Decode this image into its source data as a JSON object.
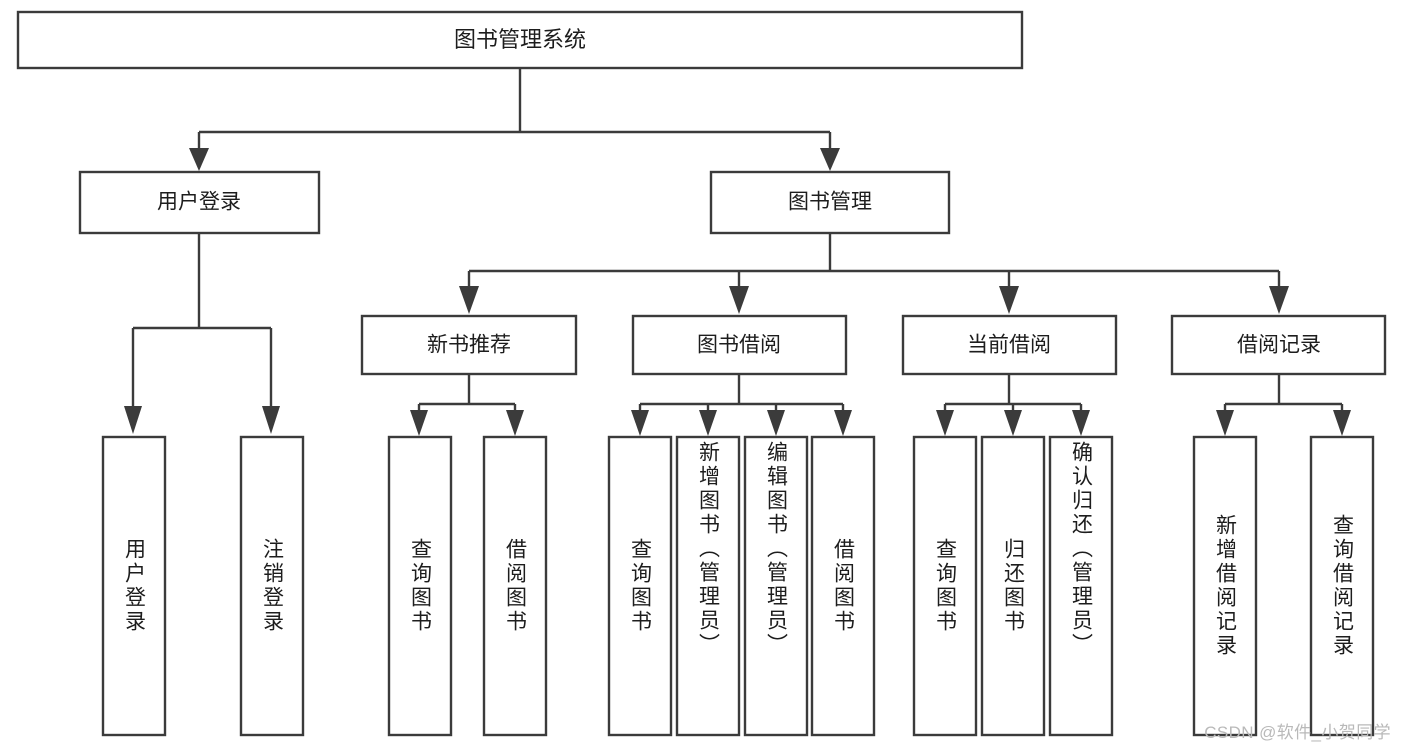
{
  "diagram": {
    "type": "tree-hierarchy-chart",
    "title_node": {
      "label": "图书管理系统"
    },
    "level2": [
      {
        "id": "user-login",
        "label": "用户登录"
      },
      {
        "id": "book-management",
        "label": "图书管理"
      }
    ],
    "level3": [
      {
        "id": "new-book-recommend",
        "label": "新书推荐",
        "parent": "book-management"
      },
      {
        "id": "book-borrow",
        "label": "图书借阅",
        "parent": "book-management"
      },
      {
        "id": "current-borrow",
        "label": "当前借阅",
        "parent": "book-management"
      },
      {
        "id": "borrow-record",
        "label": "借阅记录",
        "parent": "book-management"
      }
    ],
    "leaves": {
      "user-login": [
        {
          "id": "leaf-user-login",
          "label": "用户登录"
        },
        {
          "id": "leaf-logout-login",
          "label": "注销登录"
        }
      ],
      "new-book-recommend": [
        {
          "id": "leaf-query-book-1",
          "label": "查询图书"
        },
        {
          "id": "leaf-borrow-book-1",
          "label": "借阅图书"
        }
      ],
      "book-borrow": [
        {
          "id": "leaf-query-book-2",
          "label": "查询图书"
        },
        {
          "id": "leaf-add-book",
          "label": "新增图书（管理员）"
        },
        {
          "id": "leaf-edit-book",
          "label": "编辑图书（管理员）"
        },
        {
          "id": "leaf-borrow-book-2",
          "label": "借阅图书"
        }
      ],
      "current-borrow": [
        {
          "id": "leaf-query-book-3",
          "label": "查询图书"
        },
        {
          "id": "leaf-return-book",
          "label": "归还图书"
        },
        {
          "id": "leaf-confirm-return",
          "label": "确认归还（管理员）"
        }
      ],
      "borrow-record": [
        {
          "id": "leaf-add-record",
          "label": "新增借阅记录"
        },
        {
          "id": "leaf-query-record",
          "label": "查询借阅记录"
        }
      ]
    },
    "colors": {
      "box_stroke": "#3b3b3b",
      "box_fill": "#ffffff",
      "connector": "#3b3b3b",
      "text": "#1d1d1d",
      "background": "#ffffff",
      "watermark": "#b9b9b9"
    }
  },
  "watermark": {
    "text": "CSDN @软件_小贺同学"
  }
}
